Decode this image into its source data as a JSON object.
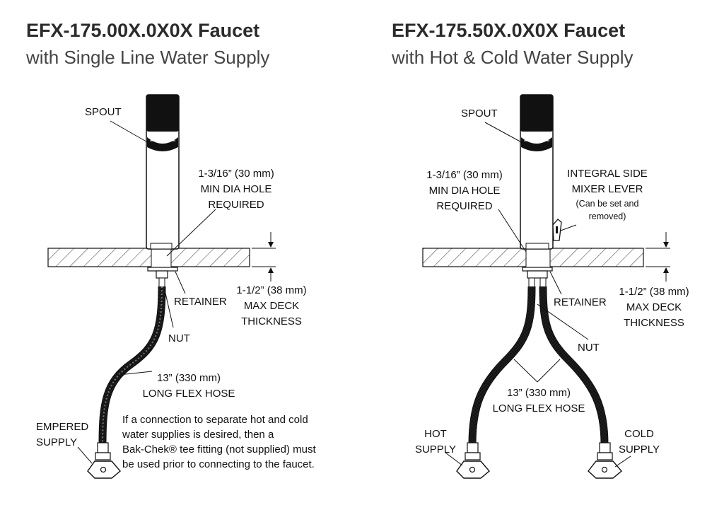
{
  "left": {
    "title": "EFX-175.00X.0X0X Faucet",
    "subtitle": "with Single Line Water Supply",
    "spout": "SPOUT",
    "hole": [
      "1-3/16” (30 mm)",
      "MIN DIA HOLE",
      "REQUIRED"
    ],
    "retainer": "RETAINER",
    "deck": [
      "1-1/2” (38 mm)",
      "MAX DECK",
      "THICKNESS"
    ],
    "nut": "NUT",
    "hose": [
      "13” (330 mm)",
      "LONG FLEX HOSE"
    ],
    "supply": [
      "EMPERED",
      "SUPPLY"
    ],
    "note": [
      "If a connection to separate hot and cold",
      "water supplies is desired, then a",
      "Bak-Chek® tee fitting (not supplied) must",
      "be used prior to connecting to the faucet."
    ]
  },
  "right": {
    "title": "EFX-175.50X.0X0X Faucet",
    "subtitle": "with Hot & Cold Water Supply",
    "spout": "SPOUT",
    "hole": [
      "1-3/16” (30 mm)",
      "MIN DIA HOLE",
      "REQUIRED"
    ],
    "lever": [
      "INTEGRAL SIDE",
      "MIXER LEVER"
    ],
    "lever_note": [
      "(Can be set and",
      "removed)"
    ],
    "retainer": "RETAINER",
    "deck": [
      "1-1/2” (38 mm)",
      "MAX DECK",
      "THICKNESS"
    ],
    "nut": "NUT",
    "hose": [
      "13” (330 mm)",
      "LONG FLEX HOSE"
    ],
    "hot": [
      "HOT",
      "SUPPLY"
    ],
    "cold": [
      "COLD",
      "SUPPLY"
    ]
  }
}
